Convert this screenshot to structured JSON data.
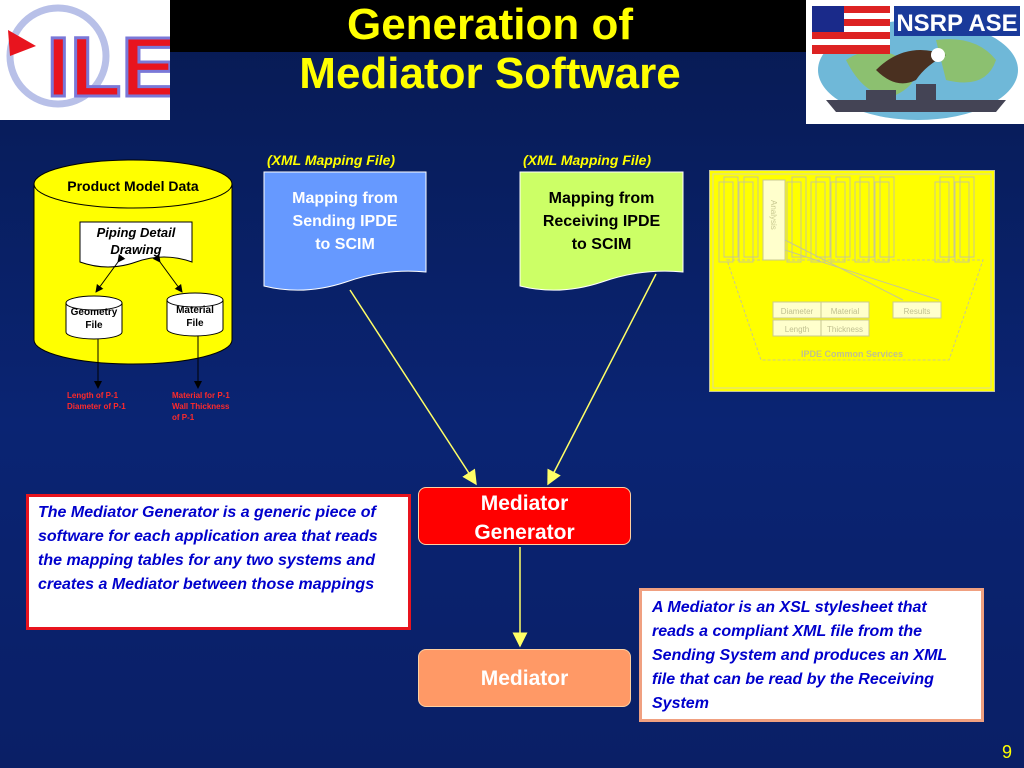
{
  "title": {
    "line1": "Generation of",
    "line2": "Mediator Software"
  },
  "logos": {
    "left": {
      "text": "ILE",
      "color": "#e8141e"
    },
    "right": {
      "text": "NSRP ASE"
    }
  },
  "product_model": {
    "title": "Product Model Data",
    "piping": "Piping Detail Drawing",
    "geometry": "Geometry File",
    "material": "Material File",
    "geometry_output": [
      "Length of P-1",
      "Diameter of P-1"
    ],
    "material_output": [
      "Material for P-1",
      "Wall Thickness",
      "of P-1"
    ]
  },
  "xml_labels": {
    "sending": "(XML Mapping File)",
    "receiving": "(XML Mapping File)"
  },
  "sending_doc": {
    "text": [
      "Mapping from",
      "Sending IPDE",
      "to SCIM"
    ],
    "fill": "#6699ff"
  },
  "receiving_doc": {
    "text": [
      "Mapping from",
      "Receiving IPDE",
      "to SCIM"
    ],
    "fill": "#ccff66"
  },
  "ipde_panel": {
    "analysis": "Analysis",
    "diameter": "Diameter",
    "material": "Material",
    "results": "Results",
    "length": "Length",
    "thickness": "Thickness",
    "services": "IPDE Common Services"
  },
  "mediator_generator": {
    "line1": "Mediator",
    "line2": "Generator"
  },
  "mediator": "Mediator",
  "note_left": "The Mediator Generator is a generic piece of software for each application area that reads the mapping tables for any two systems and creates a Mediator between those mappings",
  "note_right": "A Mediator is an XSL stylesheet that reads a compliant XML file from the Sending System and produces an XML file that can be read by the Receiving System",
  "page_number": "9",
  "colors": {
    "title": "#ffff00",
    "generator": "#ff0000",
    "mediator": "#ff9966",
    "note_text": "#0000cc",
    "arrow": "#ffff66"
  }
}
